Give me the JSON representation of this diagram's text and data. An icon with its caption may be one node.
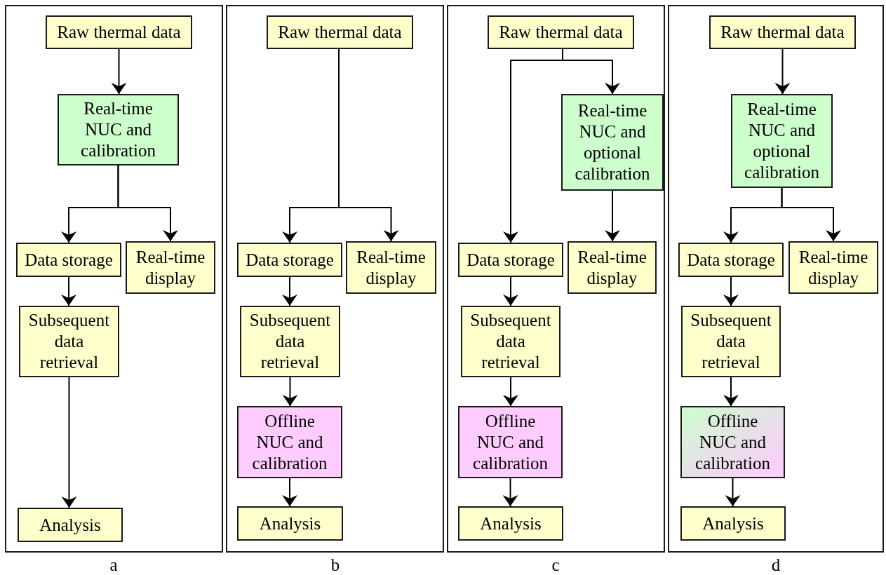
{
  "diagram": {
    "nodes": [
      {
        "text": [],
        "shape": "box"
      },
      {
        "text": [
          "Raw thermal data"
        ],
        "in": 0
      },
      {
        "text": [
          "Real-time NUC and calibration"
        ],
        "in": 0
      },
      {
        "text": [
          "Data storage"
        ],
        "in": 0
      },
      {
        "text": [
          "Real-time display"
        ],
        "in": 0
      },
      {
        "text": [
          "Subsequent data retrieval"
        ],
        "in": 0
      },
      {
        "text": [
          "Analysis"
        ],
        "in": 0
      },
      {
        "text": [],
        "shape": "box"
      },
      {
        "text": [
          "Raw thermal data"
        ],
        "in": 7
      },
      {
        "text": [
          "Data storage"
        ],
        "in": 7
      },
      {
        "text": [
          "Real-time display"
        ],
        "in": 7
      },
      {
        "text": [
          "Subsequent data retrieval"
        ],
        "in": 7
      },
      {
        "text": [
          "Offline NUC and calibration"
        ],
        "in": 7
      },
      {
        "text": [
          "Analysis"
        ],
        "in": 7
      },
      {
        "text": [],
        "shape": "box"
      },
      {
        "text": [
          "Raw thermal data"
        ],
        "in": 14
      },
      {
        "text": [
          "Real-time NUC and optional calibration"
        ],
        "in": 14
      },
      {
        "text": [
          "Data storage"
        ],
        "in": 14
      },
      {
        "text": [
          "Real-time display"
        ],
        "in": 14
      },
      {
        "text": [
          "Subsequent data retrieval"
        ],
        "in": 14
      },
      {
        "text": [
          "Offline NUC and calibration"
        ],
        "in": 14
      },
      {
        "text": [
          "Analysis"
        ],
        "in": 14
      },
      {
        "text": [],
        "shape": "box"
      },
      {
        "text": [
          "Raw thermal data"
        ],
        "in": 22
      },
      {
        "text": [
          "Real-time NUC and optional calibration"
        ],
        "in": 22
      },
      {
        "text": [
          "Data storage"
        ],
        "in": 22
      },
      {
        "text": [
          "Real-time display"
        ],
        "in": 22
      },
      {
        "text": [
          "Subsequent data retrieval"
        ],
        "in": 22
      },
      {
        "text": [
          "Offline NUC and calibration"
        ],
        "in": 22
      },
      {
        "text": [
          "Analysis"
        ],
        "in": 22
      }
    ],
    "edges": [
      {
        "from": 1,
        "to": 2,
        "arrow": "to"
      },
      {
        "from": 2,
        "to": 3,
        "arrow": "to"
      },
      {
        "from": 2,
        "to": 4,
        "arrow": "to"
      },
      {
        "from": 3,
        "to": 5,
        "arrow": "to"
      },
      {
        "from": 5,
        "to": 6,
        "arrow": "to"
      },
      {
        "from": 8,
        "to": 9,
        "arrow": "to"
      },
      {
        "from": 8,
        "to": 10,
        "arrow": "to"
      },
      {
        "from": 9,
        "to": 11,
        "arrow": "to"
      },
      {
        "from": 11,
        "to": 12,
        "arrow": "to"
      },
      {
        "from": 12,
        "to": 13,
        "arrow": "to"
      },
      {
        "from": 15,
        "to": 16,
        "arrow": "to"
      },
      {
        "from": 15,
        "to": 17,
        "arrow": "to"
      },
      {
        "from": 16,
        "to": 18,
        "arrow": "to"
      },
      {
        "from": 17,
        "to": 19,
        "arrow": "to"
      },
      {
        "from": 19,
        "to": 20,
        "arrow": "to"
      },
      {
        "from": 20,
        "to": 21,
        "arrow": "to"
      },
      {
        "from": 23,
        "to": 24,
        "arrow": "to"
      },
      {
        "from": 24,
        "to": 25,
        "arrow": "to"
      },
      {
        "from": 24,
        "to": 26,
        "arrow": "to"
      },
      {
        "from": 25,
        "to": 27,
        "arrow": "to"
      },
      {
        "from": 27,
        "to": 28,
        "arrow": "to"
      },
      {
        "from": 28,
        "to": 29,
        "arrow": "to"
      }
    ],
    "labels": [
      "a",
      "b",
      "c",
      "d"
    ]
  }
}
